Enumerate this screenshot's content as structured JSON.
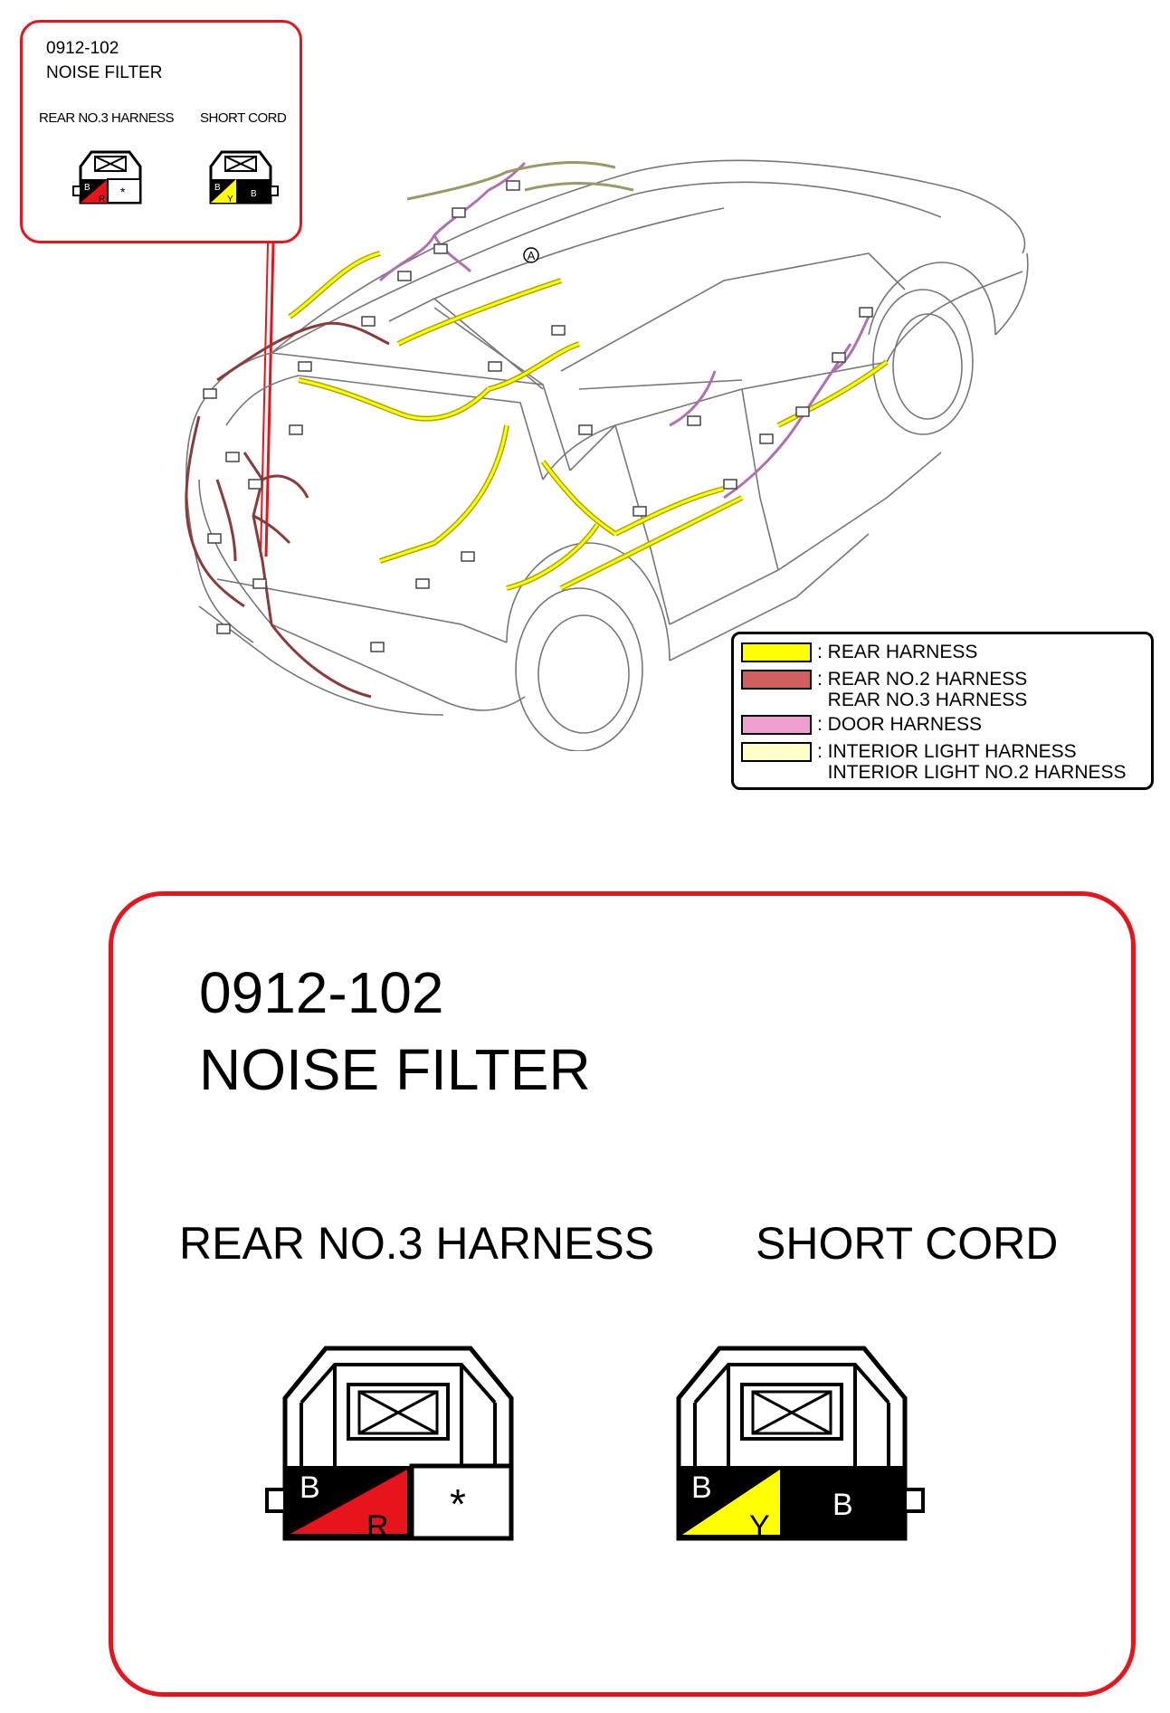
{
  "callout_small": {
    "code": "0912-102",
    "title": "NOISE FILTER",
    "left_label": "REAR NO.3 HARNESS",
    "right_label": "SHORT CORD"
  },
  "callout_large": {
    "code": "0912-102",
    "title": "NOISE FILTER",
    "left_label": "REAR NO.3 HARNESS",
    "right_label": "SHORT CORD"
  },
  "connector_rear_no3": {
    "pin_left_top": "B",
    "pin_left_bottom": "R",
    "pin_right": "*"
  },
  "connector_short_cord": {
    "pin_left_top": "B",
    "pin_left_bottom": "Y",
    "pin_right": "B"
  },
  "location_marker": "A",
  "legend": {
    "items": [
      {
        "color": "#ffff00",
        "text": ": REAR HARNESS"
      },
      {
        "color": "#d06060",
        "text": ": REAR NO.2 HARNESS\n  REAR NO.3 HARNESS"
      },
      {
        "color": "#f0a0d0",
        "text": ": DOOR HARNESS"
      },
      {
        "color": "#ffffc8",
        "text": ": INTERIOR LIGHT HARNESS\n  INTERIOR LIGHT NO.2 HARNESS"
      }
    ]
  },
  "colors": {
    "callout_border": "#e8141c",
    "rear_harness": "#ffff00",
    "rear_no2_no3_harness": "#d06060",
    "door_harness": "#c080c0",
    "interior_light_harness": "#ffffc8"
  }
}
